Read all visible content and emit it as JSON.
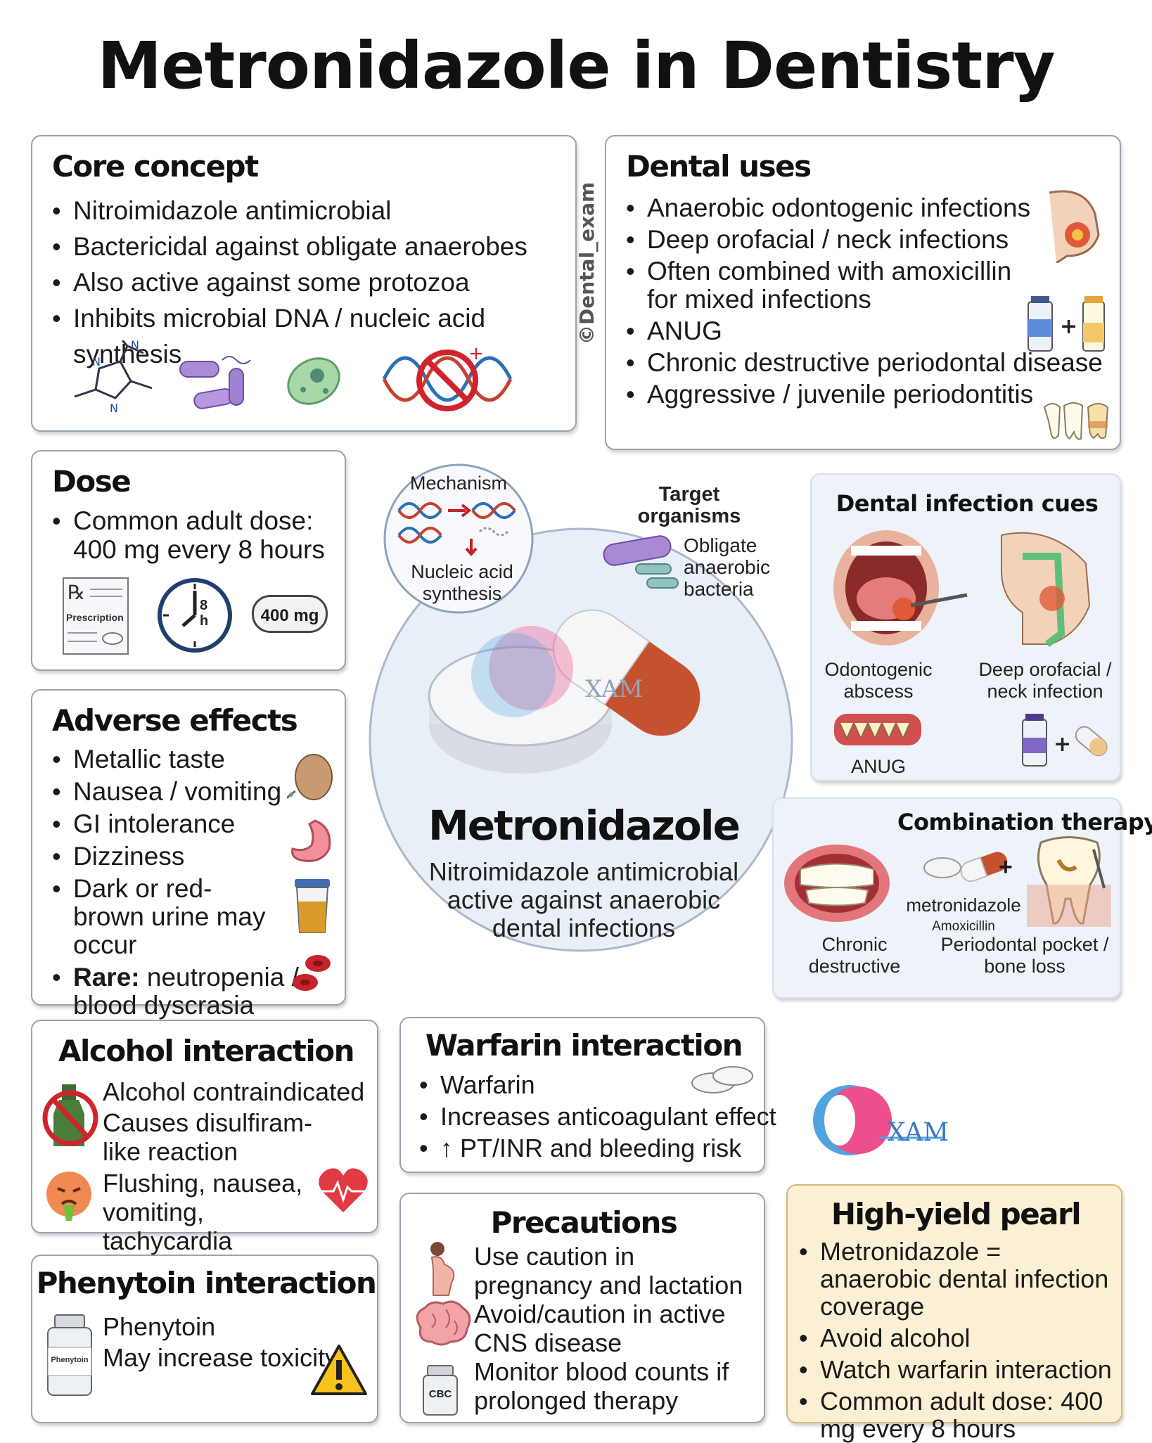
{
  "title": "Metronidazole in Dentistry",
  "watermark": "©Dental_exam",
  "core": {
    "heading": "Core concept",
    "items": [
      "Nitroimidazole antimicrobial",
      "Bactericidal against obligate anaerobes",
      "Also active against some protozoa",
      "Inhibits microbial DNA / nucleic acid synthesis"
    ]
  },
  "uses": {
    "heading": "Dental uses",
    "items": [
      "Anaerobic odontogenic infections",
      "Deep orofacial / neck infections",
      "Often combined with amoxicillin for mixed infections",
      "ANUG",
      "Chronic destructive periodontal disease",
      "Aggressive / juvenile periodontitis"
    ]
  },
  "dose": {
    "heading": "Dose",
    "item": "Common adult dose: 400 mg every 8 hours",
    "rx_label": "Prescription",
    "clock_hours": "8 h",
    "pill_label": "400 mg"
  },
  "adverse": {
    "heading": "Adverse effects",
    "items": [
      "Metallic taste",
      "Nausea / vomiting",
      "GI intolerance",
      "Dizziness",
      "Dark or red-brown urine may occur"
    ],
    "rare_label": "Rare:",
    "rare_text": " neutropenia / blood dyscrasia"
  },
  "center": {
    "mechanism_title": "Mechanism",
    "mechanism_caption": "Nucleic acid synthesis",
    "target_title": "Target organisms",
    "target_text": "Obligate anaerobic bacteria",
    "drug_name": "Metronidazole",
    "drug_desc": "Nitroimidazole antimicrobial active against anaerobic dental infections",
    "logo_text": "XAM"
  },
  "cues": {
    "heading": "Dental infection cues",
    "label1": "Odontogenic abscess",
    "label2": "Deep orofacial / neck infection",
    "label3": "ANUG"
  },
  "combo": {
    "heading": "Combination therapy",
    "drug1": "metronidazole",
    "drug2": "Amoxicillin",
    "label1": "Chronic destructive",
    "label2": "Periodontal pocket / bone loss"
  },
  "alcohol": {
    "heading": "Alcohol interaction",
    "text1": "Alcohol contraindicated",
    "text2": "Causes disulfiram-like reaction",
    "text3": "Flushing, nausea, vomiting, tachycardia"
  },
  "warfarin": {
    "heading": "Warfarin interaction",
    "items": [
      "Warfarin",
      "Increases anticoagulant effect",
      "↑ PT/INR and bleeding risk"
    ]
  },
  "logo2_text": "XAM",
  "phenytoin": {
    "heading": "Phenytoin interaction",
    "text1": "Phenytoin",
    "text2": "May increase toxicity",
    "bottle_label": "Phenytoin"
  },
  "precautions": {
    "heading": "Precautions",
    "text1": "Use caution in pregnancy and lactation",
    "text2": "Avoid/caution in active CNS disease",
    "text3": "Monitor blood counts if prolonged therapy",
    "cbc_label": "CBC"
  },
  "pearl": {
    "heading": "High-yield pearl",
    "items": [
      "Metronidazole = anaerobic dental infection coverage",
      "Avoid alcohol",
      "Watch warfarin interaction",
      "Common adult dose: 400 mg every 8 hours"
    ]
  },
  "colors": {
    "border": "#9aa3ad",
    "pill_red": "#c5522f",
    "pearl_bg": "#fbf0d4",
    "cue_bg": "#eef3fa",
    "logo_pink": "#ec4f8c",
    "logo_blue": "#4fa3df"
  }
}
